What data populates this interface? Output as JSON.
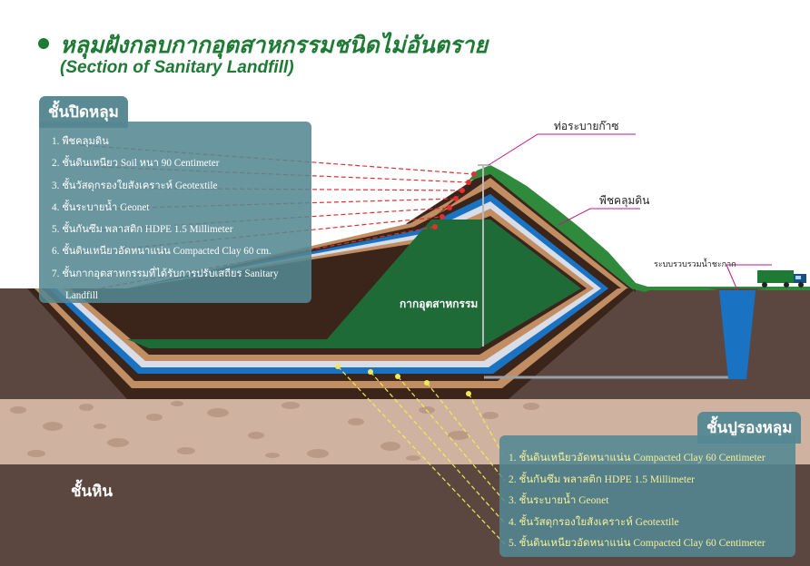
{
  "title": {
    "thai": "หลุมฝังกลบกากอุตสาหกรรมชนิดไม่อันตราย",
    "english": "(Section of Sanitary Landfill)"
  },
  "cap_layers": {
    "heading": "ชั้นปิดหลุม",
    "items": [
      "1. พืชคลุมดิน",
      "2. ชั้นดินเหนียว Soil หนา 90 Centimeter",
      "3. ชั้นวัสดุกรองใยสังเคราะห์ Geotextile",
      "4. ชั้นระบายน้ำ  Geonet",
      "5. ชั้นกันซึม พลาสติก HDPE 1.5 Millimeter",
      "6. ชั้นดินเหนียวอัดหนาแน่น Compacted Clay 60 cm.",
      "7. ชั้นกากอุตสาหกรรมที่ได้รับการปรับเสถียร Sanitary Landfill"
    ]
  },
  "base_layers": {
    "heading": "ชั้นปูรองหลุม",
    "items": [
      "1. ชั้นดินเหนียวอัดหนาแน่น Compacted Clay 60 Centimeter",
      "2. ชั้นกันซึม พลาสติก HDPE 1.5 Millimeter",
      "3. ชั้นระบายน้ำ Geonet",
      "4. ชั้นวัสดุกรองใยสังเคราะห์ Geotextile",
      "5. ชั้นดินเหนียวอัดหนาแน่น Compacted Clay 60 Centimeter"
    ]
  },
  "labels": {
    "gas_vent": "ท่อระบายก๊าซ",
    "vegetation": "พืชคลุมดิน",
    "leachate": "ระบบรวบรวมน้ำชะกาก",
    "waste": "กากอุตสาหกรรม",
    "bedrock": "ชั้นหิน"
  },
  "colors": {
    "title_green": "#1e7a35",
    "panel": "#548792",
    "waste_green": "#1e6b38",
    "soil_brown": "#5b4740",
    "clay_tan": "#c08e62",
    "hdpe_blue": "#1a73c2",
    "gravel": "#cfb3a0",
    "leader_red": "#e03030",
    "leader_yellow": "#f2ea55",
    "leader_magenta": "#c0188a"
  }
}
